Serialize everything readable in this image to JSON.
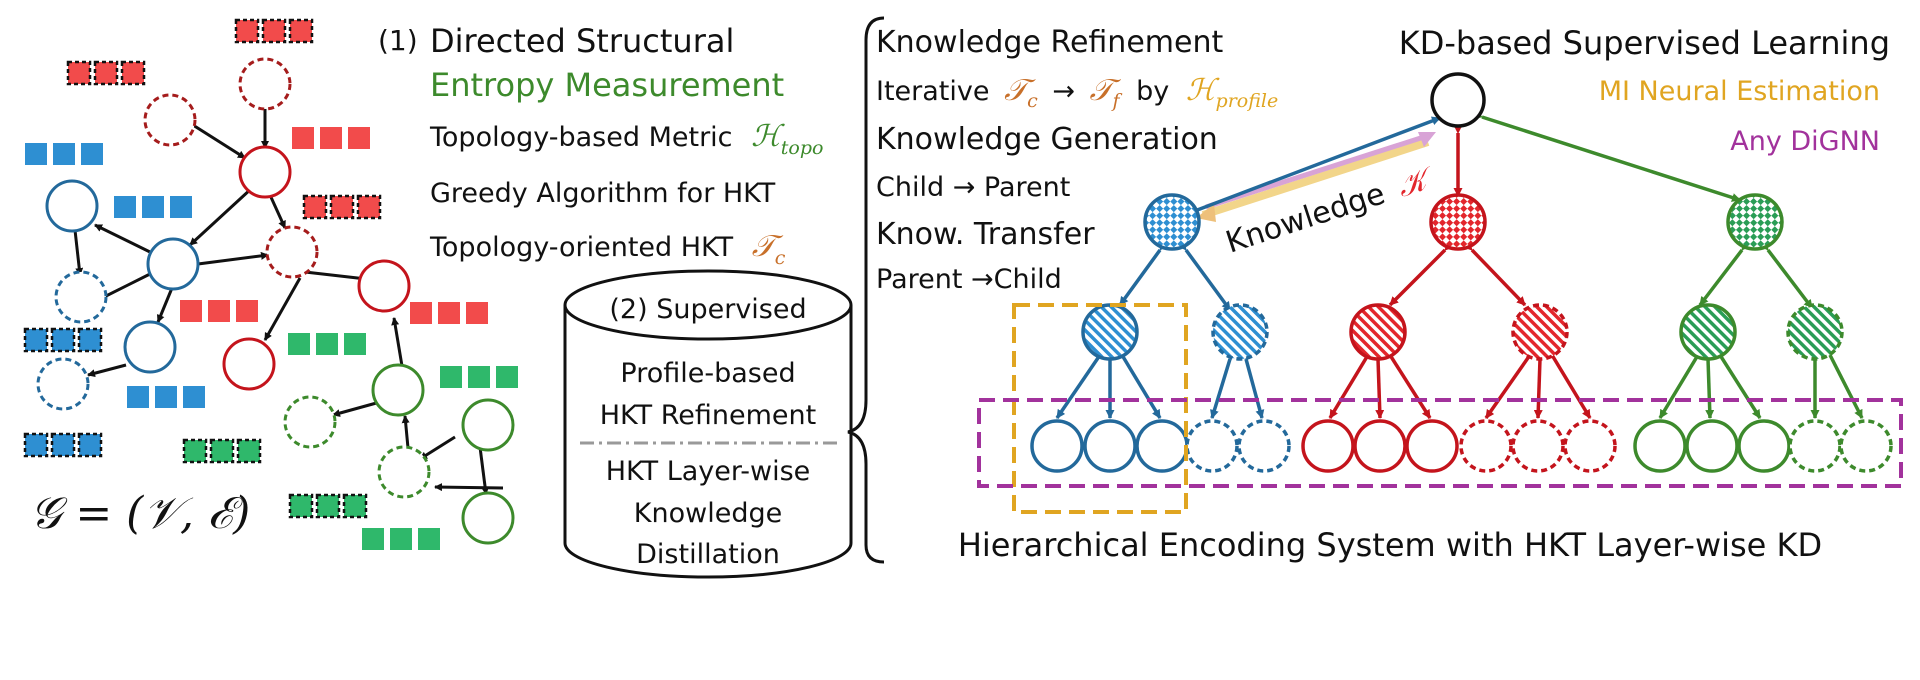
{
  "graph": {
    "formula": "𝒢 = (𝒱, ℰ)"
  },
  "section1": {
    "number": "(1)",
    "title_line1": "Directed Structural",
    "title_line2": "Entropy Measurement",
    "metric_text": "Topology-based Metric",
    "metric_symbol": "ℋ",
    "metric_subscript": "topo",
    "greedy": "Greedy Algorithm for HKT",
    "hkt_text": "Topology-oriented HKT",
    "hkt_symbol": "𝒯",
    "hkt_subscript": "c"
  },
  "section2": {
    "number": "(2)",
    "title": "Supervised",
    "line1": "Profile-based",
    "line2": "HKT Refinement",
    "line3": "HKT Layer-wise",
    "line4": "Knowledge",
    "line5": "Distillation"
  },
  "refinement": {
    "title": "Knowledge Refinement",
    "iter_text": "Iterative",
    "tc_symbol": "𝒯",
    "tc_sub": "c",
    "arrow": "→",
    "tf_symbol": "𝒯",
    "tf_sub": "f",
    "by": "by",
    "hp_symbol": "ℋ",
    "hp_sub": "profile",
    "generation": "Knowledge Generation",
    "child_parent": "Child → Parent",
    "transfer": "Know. Transfer",
    "parent_child": "Parent →Child"
  },
  "hierarchy": {
    "kd_title": "KD-based Supervised Learning",
    "mi_label": "MI Neural Estimation",
    "dignn_label": "Any DiGNN",
    "knowledge_label": "Knowledge",
    "knowledge_symbol": "𝒦",
    "caption": "Hierarchical Encoding System with HKT Layer-wise KD"
  },
  "colors": {
    "blue": "#23699b",
    "blue_fill": "#2e8fd2",
    "red": "#c4141c",
    "red_fill": "#f24b4b",
    "green": "#3d8a2c",
    "green_fill": "#2fb86b",
    "entropy_green": "#3d8a2c",
    "orange_symbol": "#c8702a",
    "mi_gold": "#e0a521",
    "dignn_purple": "#a2329c"
  }
}
